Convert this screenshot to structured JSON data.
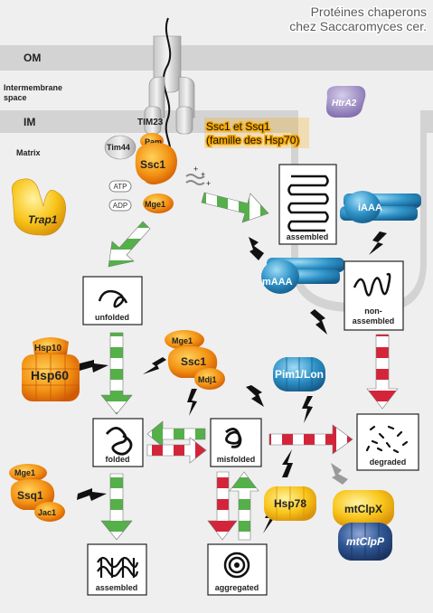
{
  "title": {
    "line1": "Protéines chaperons",
    "line2": "chez Saccaromyces cer."
  },
  "membranes": {
    "om": "OM",
    "ims_line1": "Intermembrane",
    "ims_line2": "space",
    "im": "IM",
    "matrix": "Matrix"
  },
  "import": {
    "tim23": "TIM23",
    "tim44": "Tim44",
    "pam": "Pam",
    "ssc1": "Ssc1",
    "mge1": "Mge1",
    "atp": "ATP",
    "adp": "ADP"
  },
  "family_label": {
    "line1": "Ssc1 et Ssq1",
    "line2": "(famille des Hsp70)"
  },
  "proteins": {
    "trap1": "Trap1",
    "htra2": "HtrA2",
    "iaaa": "iAAA",
    "maaa": "mAAA",
    "hsp10": "Hsp10",
    "hsp60": "Hsp60",
    "center_mge1": "Mge1",
    "center_ssc1": "Ssc1",
    "center_mdj1": "Mdj1",
    "pim1": "Pim1/Lon",
    "ssq1_mge1": "Mge1",
    "ssq1": "Ssq1",
    "jac1": "Jac1",
    "hsp78": "Hsp78",
    "mtclpx": "mtClpX",
    "mtclpp": "mtClpP"
  },
  "states": {
    "assembled_top": "assembled",
    "unfolded": "unfolded",
    "non_assembled_1": "non-",
    "non_assembled_2": "assembled",
    "folded": "folded",
    "misfolded": "misfolded",
    "degraded": "degraded",
    "assembled_bottom": "assembled",
    "aggregated": "aggregated"
  },
  "colors": {
    "background": "#efefef",
    "membrane": "#d3d3d3",
    "orange": "#f08a12",
    "yellow": "#f7c21a",
    "blue": "#2f93c8",
    "dark_blue": "#2b4f86",
    "purple": "#8d7ab8",
    "green_stripe": "#55b04a",
    "red_stripe": "#d4243a"
  }
}
